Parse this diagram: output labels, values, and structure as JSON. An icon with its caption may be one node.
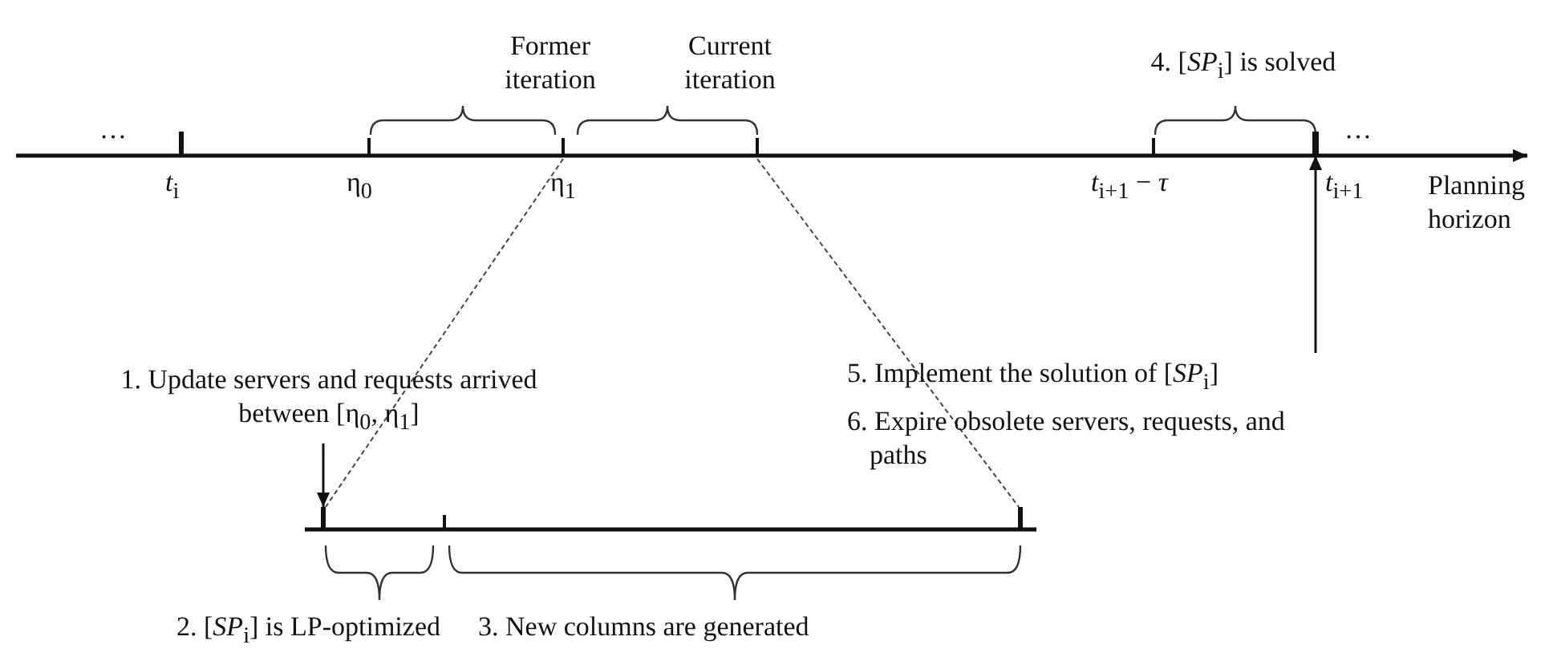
{
  "diagram": {
    "nodes": [
      {
        "text": [
          "1. Update servers and requests arrived between [η$_{0}$, η$_{1}$]"
        ]
      },
      {
        "text": [],
        "shape": "bar"
      },
      {
        "text": [
          "5. Implement the solution of [*SP*$_{i}$]"
        ]
      },
      {
        "text": [],
        "shape": "bar"
      }
    ],
    "edges": [
      {
        "from": 0,
        "to": 1,
        "arrow": "to"
      },
      {
        "from": 2,
        "to": 3,
        "arrow": "to"
      }
    ],
    "labels": [
      "Former iteration",
      "Current iteration",
      "4. [*SP*$_{i}$] is solved",
      "…",
      "*t*$_{i}$",
      "η$_{0}$",
      "η$_{1}$",
      "*t*$_{i+1}$ − *τ*",
      "*t*$_{i+1}$",
      "…",
      "Planning horizon",
      "6. Expire obsolete servers, requests, and paths",
      "2. [*SP*$_{i}$] is LP-optimized",
      "3. New columns are generated"
    ]
  }
}
